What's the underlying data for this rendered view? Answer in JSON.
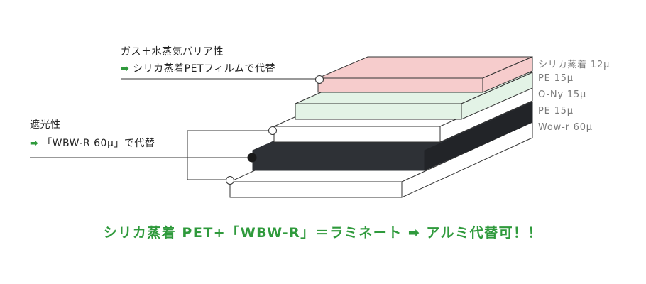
{
  "colors": {
    "pink_layer": "#f6cccc",
    "mint_layer": "#e3f3e6",
    "dark_layer": "#2e3136",
    "white_layer": "#ffffff",
    "accent_green": "#2f9a3c",
    "label_gray": "#7a7a7a"
  },
  "notes": {
    "top": {
      "line1": "ガス＋水蒸気バリア性",
      "arrow": "➡",
      "line2": "シリカ蒸着PETフィルムで代替"
    },
    "left": {
      "line1": "遮光性",
      "arrow": "➡",
      "line2": "「WBW-R 60μ」で代替"
    }
  },
  "layers": [
    {
      "label": "シリカ蒸着 12μ"
    },
    {
      "label": "PE 15μ"
    },
    {
      "label": "O-Ny 15μ"
    },
    {
      "label": "PE 15μ"
    },
    {
      "label": "Wow-r 60μ"
    }
  ],
  "conclusion": "シリカ蒸着 PET+「WBW-R」＝ラミネート ➡ アルミ代替可！！"
}
